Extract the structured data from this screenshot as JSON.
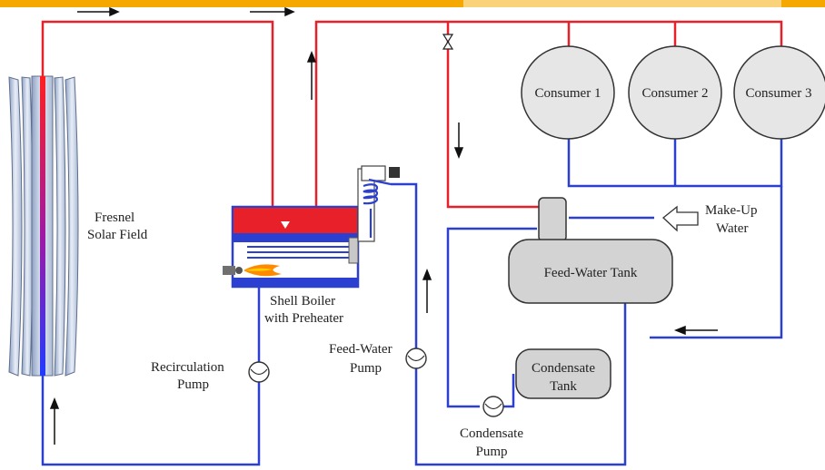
{
  "labels": {
    "solar_field": [
      "Fresnel",
      "Solar Field"
    ],
    "boiler": [
      "Shell Boiler",
      "with Preheater"
    ],
    "recirc_pump": [
      "Recirculation",
      "Pump"
    ],
    "feed_pump": [
      "Feed-Water",
      "Pump"
    ],
    "condensate_pump": [
      "Condensate",
      "Pump"
    ],
    "feed_tank": "Feed-Water Tank",
    "condensate_tank": [
      "Condensate",
      "Tank"
    ],
    "makeup": [
      "Make-Up",
      "Water"
    ],
    "consumers": [
      "Consumer 1",
      "Consumer 2",
      "Consumer 3"
    ]
  },
  "colors": {
    "hot_line": "#e8202a",
    "cold_line": "#2b3fd0",
    "top_bar": "#f5a800",
    "top_bar_light": "#f9d27a",
    "equipment_fill": "#d3d3d3"
  }
}
